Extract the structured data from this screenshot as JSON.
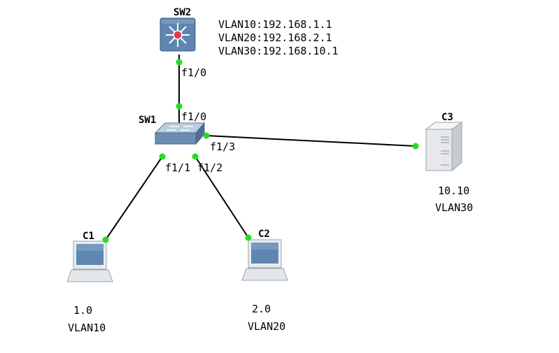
{
  "devices": {
    "sw2": {
      "label": "SW2",
      "icon": "l3-switch-icon"
    },
    "sw1": {
      "label": "SW1",
      "icon": "l2-switch-icon"
    },
    "c1": {
      "label": "C1",
      "icon": "laptop-icon"
    },
    "c2": {
      "label": "C2",
      "icon": "laptop-icon"
    },
    "c3": {
      "label": "C3",
      "icon": "server-icon"
    }
  },
  "vlan_info": {
    "line1": "VLAN10:192.168.1.1",
    "line2": "VLAN20:192.168.2.1",
    "line3": "VLAN30:192.168.10.1"
  },
  "ports": {
    "sw2_f10": "f1/0",
    "sw1_f10": "f1/0",
    "sw1_f11": "f1/1",
    "sw1_f12": "f1/2",
    "sw1_f13": "f1/3"
  },
  "hosts": {
    "c1": {
      "addr": "1.0",
      "vlan": "VLAN10"
    },
    "c2": {
      "addr": "2.0",
      "vlan": "VLAN20"
    },
    "c3": {
      "addr": "10.10",
      "vlan": "VLAN30"
    }
  },
  "colors": {
    "link": "#000000",
    "port_dot": "#22dd22",
    "switch_blue": "#5f86b0",
    "router_red": "#e23a4a"
  }
}
